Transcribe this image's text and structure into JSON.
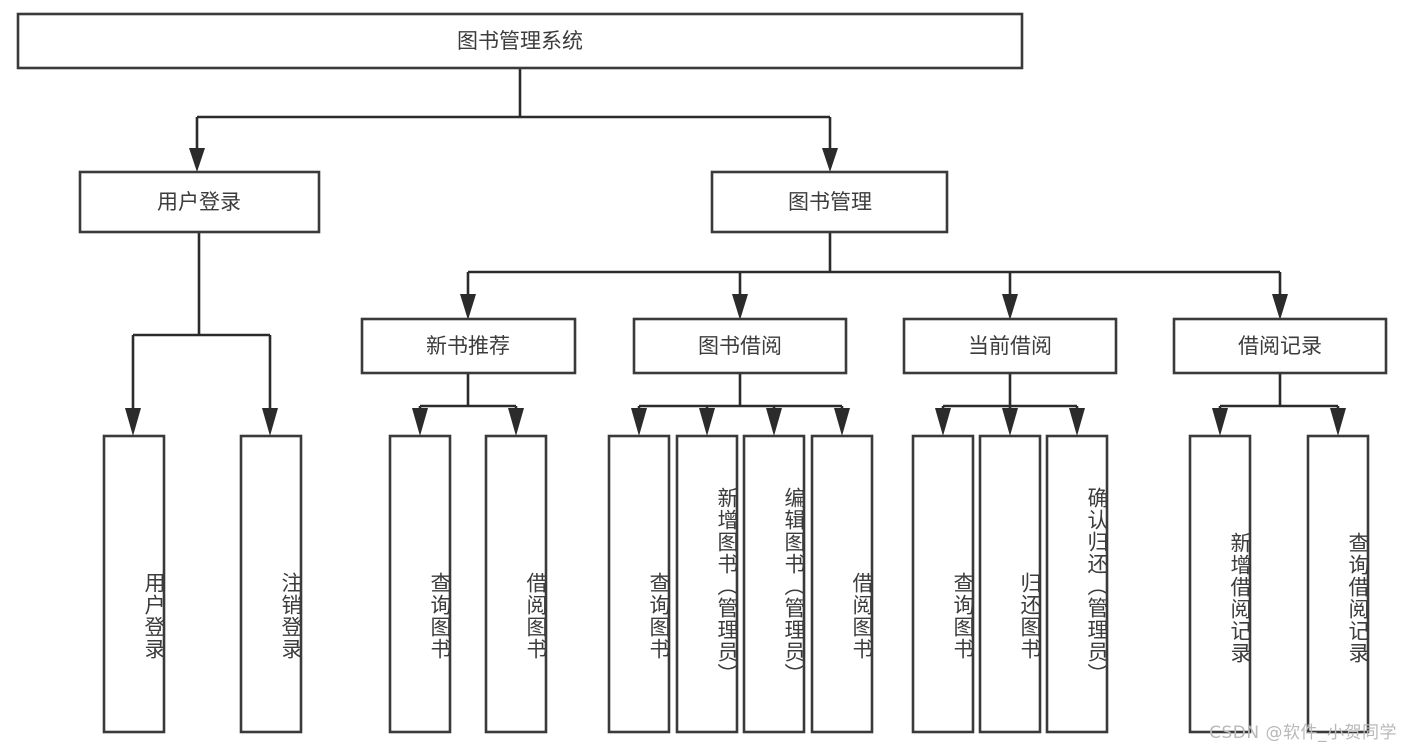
{
  "diagram": {
    "title": "图书管理系统",
    "type": "tree",
    "watermark": "CSDN @软件_小贺同学",
    "colors": {
      "box_stroke": "#3a3a3a",
      "connector": "#2b2b2b",
      "text": "#3c3c3c",
      "background": "#ffffff",
      "watermark": "#b9b9b9"
    },
    "root": {
      "id": "root",
      "label": "图书管理系统",
      "orientation": "horizontal"
    },
    "level1": [
      {
        "id": "user-login",
        "label": "用户登录",
        "orientation": "horizontal"
      },
      {
        "id": "book-management",
        "label": "图书管理",
        "orientation": "horizontal"
      }
    ],
    "level2": [
      {
        "id": "new-book-recommend",
        "label": "新书推荐",
        "orientation": "horizontal",
        "parent": "book-management"
      },
      {
        "id": "book-borrow",
        "label": "图书借阅",
        "orientation": "horizontal",
        "parent": "book-management"
      },
      {
        "id": "current-borrow",
        "label": "当前借阅",
        "orientation": "horizontal",
        "parent": "book-management"
      },
      {
        "id": "borrow-record",
        "label": "借阅记录",
        "orientation": "horizontal",
        "parent": "book-management"
      }
    ],
    "leaves": [
      {
        "id": "leaf-user-login",
        "label": "用户登录",
        "orientation": "vertical",
        "parent": "user-login"
      },
      {
        "id": "leaf-logout",
        "label": "注销登录",
        "orientation": "vertical",
        "parent": "user-login"
      },
      {
        "id": "leaf-query-book-1",
        "label": "查询图书",
        "orientation": "vertical",
        "parent": "new-book-recommend"
      },
      {
        "id": "leaf-borrow-book-1",
        "label": "借阅图书",
        "orientation": "vertical",
        "parent": "new-book-recommend"
      },
      {
        "id": "leaf-query-book-2",
        "label": "查询图书",
        "orientation": "vertical",
        "parent": "book-borrow"
      },
      {
        "id": "leaf-add-book",
        "label": "新增图书（管理员）",
        "orientation": "vertical",
        "parent": "book-borrow"
      },
      {
        "id": "leaf-edit-book",
        "label": "编辑图书（管理员）",
        "orientation": "vertical",
        "parent": "book-borrow"
      },
      {
        "id": "leaf-borrow-book-2",
        "label": "借阅图书",
        "orientation": "vertical",
        "parent": "book-borrow"
      },
      {
        "id": "leaf-query-book-3",
        "label": "查询图书",
        "orientation": "vertical",
        "parent": "current-borrow"
      },
      {
        "id": "leaf-return-book",
        "label": "归还图书",
        "orientation": "vertical",
        "parent": "current-borrow"
      },
      {
        "id": "leaf-confirm-return",
        "label": "确认归还（管理员）",
        "orientation": "vertical",
        "parent": "current-borrow"
      },
      {
        "id": "leaf-add-record",
        "label": "新增借阅记录",
        "orientation": "vertical",
        "parent": "borrow-record"
      },
      {
        "id": "leaf-query-record",
        "label": "查询借阅记录",
        "orientation": "vertical",
        "parent": "borrow-record"
      }
    ]
  }
}
